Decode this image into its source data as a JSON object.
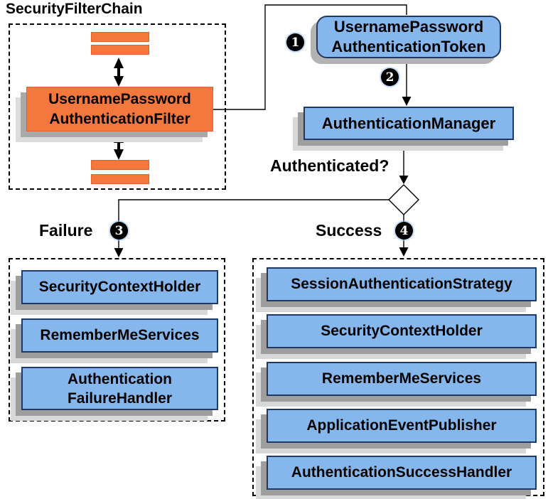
{
  "colors": {
    "orange": "#f4773e",
    "orange_border": "#e2622b",
    "blue": "#85b7ec",
    "blue_border": "#1f3864"
  },
  "security_filter_chain": {
    "title": "SecurityFilterChain",
    "filter_box_label": "UsernamePassword\nAuthenticationFilter"
  },
  "token_box_label": "UsernamePassword\nAuthenticationToken",
  "auth_manager_label": "AuthenticationManager",
  "decision_label": "Authenticated?",
  "steps": {
    "one": "1",
    "two": "2",
    "three": "3",
    "four": "4"
  },
  "failure": {
    "label": "Failure",
    "items": [
      {
        "label": "SecurityContextHolder"
      },
      {
        "label": "RememberMeServices"
      },
      {
        "label": "Authentication\nFailureHandler"
      }
    ]
  },
  "success": {
    "label": "Success",
    "items": [
      {
        "label": "SessionAuthenticationStrategy"
      },
      {
        "label": "SecurityContextHolder"
      },
      {
        "label": "RememberMeServices"
      },
      {
        "label": "ApplicationEventPublisher"
      },
      {
        "label": "AuthenticationSuccessHandler"
      }
    ]
  }
}
